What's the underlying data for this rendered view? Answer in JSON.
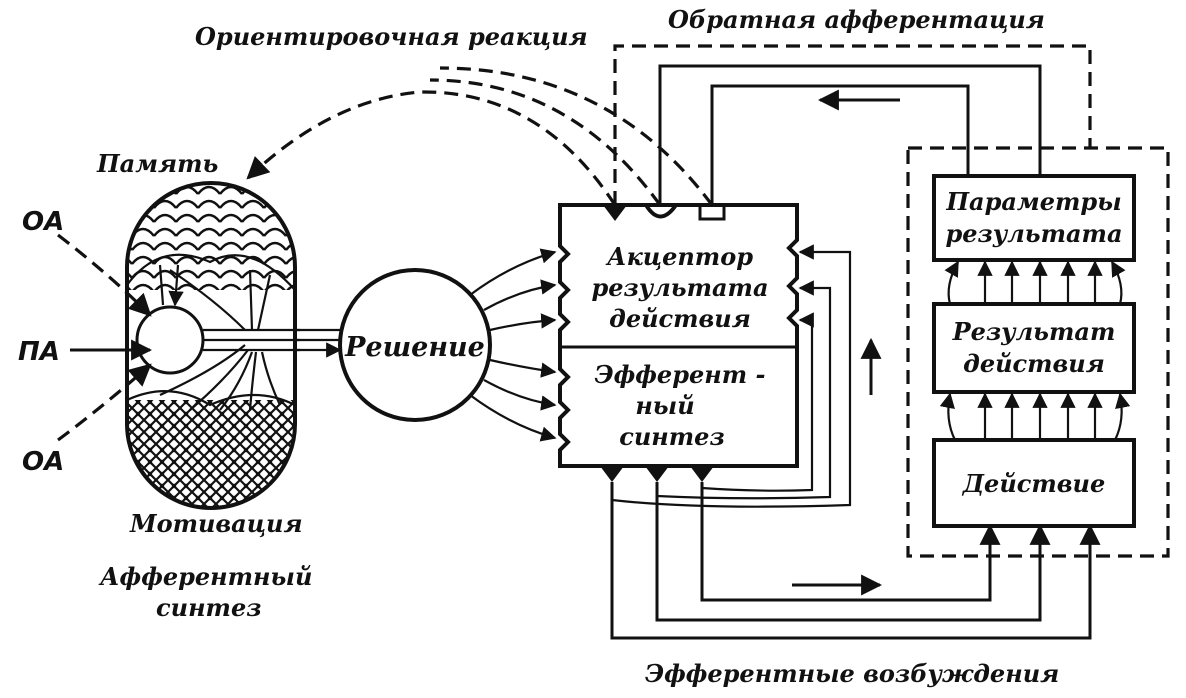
{
  "diagram": {
    "labels": {
      "orienting_reaction": "Ориентировочная реакция",
      "feedback_afferentation": "Обратная афферентация",
      "memory": "Память",
      "oa_top": "ОА",
      "pa": "ПА",
      "oa_bottom": "ОА",
      "motivation": "Мотивация",
      "afferent_synthesis_line1": "Афферентный",
      "afferent_synthesis_line2": "синтез",
      "decision": "Решение",
      "acceptor_line1": "Акцептор",
      "acceptor_line2": "результата",
      "acceptor_line3": "действия",
      "efferent_synthesis_line1": "Эфферент -",
      "efferent_synthesis_line2": "ный",
      "efferent_synthesis_line3": "синтез",
      "result_params_line1": "Параметры",
      "result_params_line2": "результата",
      "action_result_line1": "Результат",
      "action_result_line2": "действия",
      "action": "Действие",
      "efferent_excitations": "Эфферентные возбуждения"
    }
  }
}
